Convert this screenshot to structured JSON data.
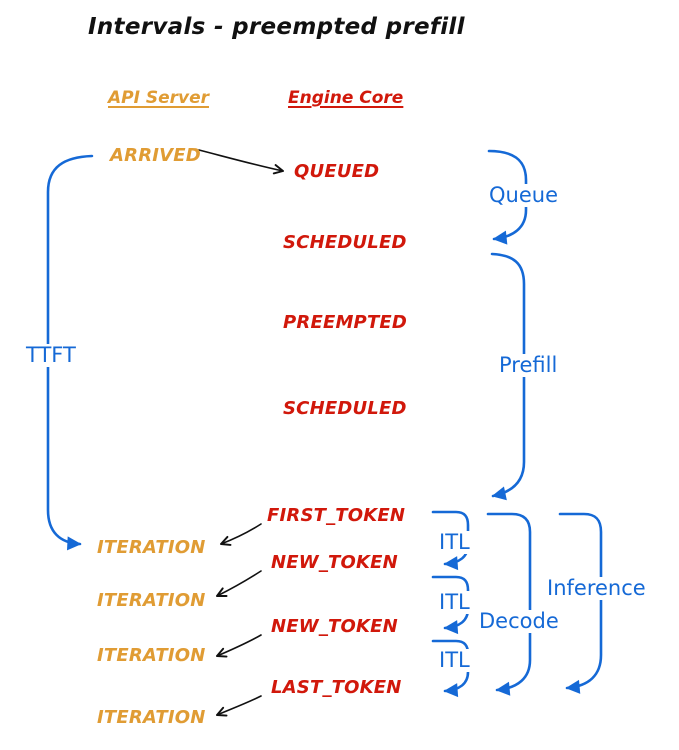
{
  "title": "Intervals - preempted prefill",
  "colors": {
    "orange": "#e09c34",
    "red": "#d1180b",
    "blue": "#1569d6",
    "ink": "#111111",
    "bg": "#ffffff"
  },
  "columns": {
    "api_server": "API Server",
    "engine_core": "Engine Core"
  },
  "api_events": [
    {
      "label": "ARRIVED"
    },
    {
      "label": "ITERATION"
    },
    {
      "label": "ITERATION"
    },
    {
      "label": "ITERATION"
    },
    {
      "label": "ITERATION"
    }
  ],
  "engine_events": [
    {
      "label": "QUEUED"
    },
    {
      "label": "SCHEDULED"
    },
    {
      "label": "PREEMPTED"
    },
    {
      "label": "SCHEDULED"
    },
    {
      "label": "FIRST_TOKEN"
    },
    {
      "label": "NEW_TOKEN"
    },
    {
      "label": "NEW_TOKEN"
    },
    {
      "label": "LAST_TOKEN"
    }
  ],
  "intervals": {
    "ttft": "TTFT",
    "queue": "Queue",
    "prefill": "Prefill",
    "itl": "ITL",
    "decode": "Decode",
    "inference": "Inference"
  }
}
